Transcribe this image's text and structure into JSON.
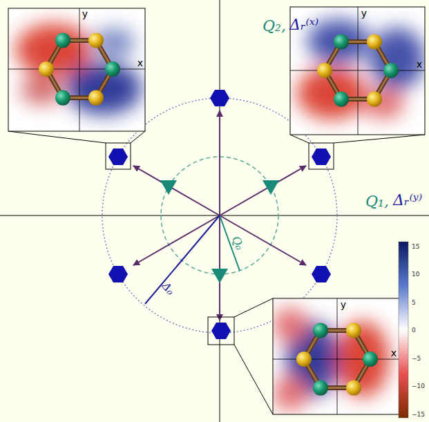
{
  "diagram": {
    "labels": [
      "Q₂,",
      "Δᵣ⁽ˣ⁾",
      "Q₁,",
      "Δᵣ⁽ʸ⁾",
      "Q₀",
      "Δ₀",
      "y",
      "x",
      "y",
      "x",
      "y",
      "x",
      "15",
      "10",
      "5",
      "0",
      "−5",
      "−10",
      "−15"
    ]
  }
}
